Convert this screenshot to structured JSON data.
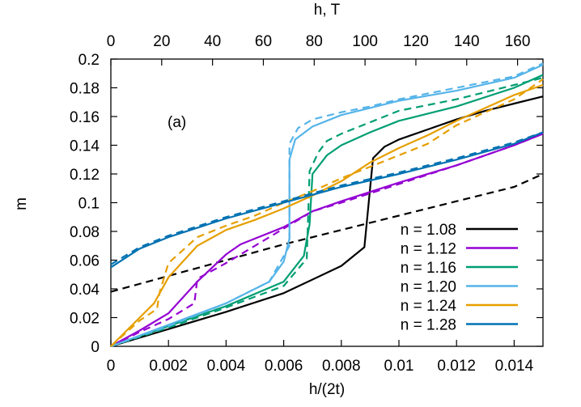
{
  "chart_data": {
    "type": "line",
    "panel_label": "(a)",
    "xlabel": "h/(2t)",
    "ylabel": "m",
    "x2label": "h, T",
    "xlim": [
      0,
      0.015
    ],
    "ylim": [
      0,
      0.2
    ],
    "x2lim": [
      0,
      170
    ],
    "xticks": [
      0,
      0.002,
      0.004,
      0.006,
      0.008,
      0.01,
      0.012,
      0.014
    ],
    "xtick_labels": [
      "0",
      "0.002",
      "0.004",
      "0.006",
      "0.008",
      "0.01",
      "0.012",
      "0.014"
    ],
    "yticks": [
      0,
      0.02,
      0.04,
      0.06,
      0.08,
      0.1,
      0.12,
      0.14,
      0.16,
      0.18,
      0.2
    ],
    "ytick_labels": [
      "0",
      "0.02",
      "0.04",
      "0.06",
      "0.08",
      "0.1",
      "0.12",
      "0.14",
      "0.16",
      "0.18",
      "0.2"
    ],
    "x2ticks": [
      0,
      20,
      40,
      60,
      80,
      100,
      120,
      140,
      160
    ],
    "x2tick_labels": [
      "0",
      "20",
      "40",
      "60",
      "80",
      "100",
      "120",
      "140",
      "160"
    ],
    "grid": false,
    "legend_position": "bottom-right",
    "series": [
      {
        "name": "n = 1.08",
        "color": "#000000",
        "solid": [
          [
            0,
            0
          ],
          [
            0.002,
            0.012
          ],
          [
            0.004,
            0.024
          ],
          [
            0.006,
            0.037
          ],
          [
            0.008,
            0.056
          ],
          [
            0.0088,
            0.069
          ],
          [
            0.0091,
            0.131
          ],
          [
            0.0095,
            0.139
          ],
          [
            0.01,
            0.144
          ],
          [
            0.011,
            0.151
          ],
          [
            0.012,
            0.158
          ],
          [
            0.013,
            0.164
          ],
          [
            0.014,
            0.169
          ],
          [
            0.015,
            0.174
          ]
        ],
        "dashed": [
          [
            0,
            0.038
          ],
          [
            0.002,
            0.049
          ],
          [
            0.004,
            0.06
          ],
          [
            0.006,
            0.071
          ],
          [
            0.008,
            0.081
          ],
          [
            0.01,
            0.091
          ],
          [
            0.012,
            0.101
          ],
          [
            0.014,
            0.111
          ],
          [
            0.015,
            0.12
          ]
        ]
      },
      {
        "name": "n = 1.12",
        "color": "#9400d3",
        "solid": [
          [
            0,
            0
          ],
          [
            0.001,
            0.011
          ],
          [
            0.002,
            0.023
          ],
          [
            0.003,
            0.045
          ],
          [
            0.004,
            0.064
          ],
          [
            0.0045,
            0.071
          ],
          [
            0.005,
            0.075
          ],
          [
            0.006,
            0.083
          ],
          [
            0.007,
            0.094
          ],
          [
            0.008,
            0.101
          ],
          [
            0.01,
            0.114
          ],
          [
            0.012,
            0.126
          ],
          [
            0.014,
            0.14
          ],
          [
            0.015,
            0.148
          ]
        ],
        "dashed": [
          [
            0,
            0
          ],
          [
            0.001,
            0.01
          ],
          [
            0.002,
            0.019
          ],
          [
            0.0029,
            0.03
          ],
          [
            0.003,
            0.047
          ],
          [
            0.004,
            0.058
          ],
          [
            0.005,
            0.07
          ],
          [
            0.006,
            0.082
          ],
          [
            0.007,
            0.094
          ],
          [
            0.008,
            0.1
          ],
          [
            0.01,
            0.113
          ],
          [
            0.012,
            0.126
          ],
          [
            0.014,
            0.14
          ],
          [
            0.015,
            0.148
          ]
        ]
      },
      {
        "name": "n = 1.16",
        "color": "#009e73",
        "solid": [
          [
            0,
            0
          ],
          [
            0.002,
            0.014
          ],
          [
            0.004,
            0.028
          ],
          [
            0.006,
            0.045
          ],
          [
            0.0067,
            0.063
          ],
          [
            0.0069,
            0.085
          ],
          [
            0.007,
            0.12
          ],
          [
            0.0075,
            0.133
          ],
          [
            0.008,
            0.14
          ],
          [
            0.009,
            0.149
          ],
          [
            0.01,
            0.157
          ],
          [
            0.012,
            0.167
          ],
          [
            0.014,
            0.18
          ],
          [
            0.015,
            0.189
          ]
        ],
        "dashed": [
          [
            0,
            0
          ],
          [
            0.002,
            0.013
          ],
          [
            0.004,
            0.027
          ],
          [
            0.006,
            0.042
          ],
          [
            0.0068,
            0.061
          ],
          [
            0.0069,
            0.122
          ],
          [
            0.0072,
            0.135
          ],
          [
            0.0075,
            0.143
          ],
          [
            0.008,
            0.148
          ],
          [
            0.009,
            0.156
          ],
          [
            0.01,
            0.164
          ],
          [
            0.012,
            0.172
          ],
          [
            0.014,
            0.182
          ],
          [
            0.015,
            0.187
          ]
        ]
      },
      {
        "name": "n = 1.20",
        "color": "#56b4e9",
        "solid": [
          [
            0,
            0
          ],
          [
            0.002,
            0.015
          ],
          [
            0.004,
            0.03
          ],
          [
            0.0055,
            0.045
          ],
          [
            0.006,
            0.059
          ],
          [
            0.0062,
            0.075
          ],
          [
            0.0062,
            0.13
          ],
          [
            0.0064,
            0.144
          ],
          [
            0.007,
            0.153
          ],
          [
            0.008,
            0.161
          ],
          [
            0.009,
            0.166
          ],
          [
            0.01,
            0.171
          ],
          [
            0.012,
            0.178
          ],
          [
            0.014,
            0.187
          ],
          [
            0.015,
            0.196
          ]
        ],
        "dashed": [
          [
            0,
            0
          ],
          [
            0.002,
            0.014
          ],
          [
            0.004,
            0.03
          ],
          [
            0.0055,
            0.045
          ],
          [
            0.0062,
            0.07
          ],
          [
            0.0062,
            0.141
          ],
          [
            0.0065,
            0.152
          ],
          [
            0.007,
            0.158
          ],
          [
            0.008,
            0.163
          ],
          [
            0.009,
            0.167
          ],
          [
            0.01,
            0.172
          ],
          [
            0.012,
            0.18
          ],
          [
            0.014,
            0.188
          ],
          [
            0.015,
            0.197
          ]
        ]
      },
      {
        "name": "n = 1.24",
        "color": "#e69f00",
        "solid": [
          [
            0,
            0
          ],
          [
            0.001,
            0.02
          ],
          [
            0.0015,
            0.03
          ],
          [
            0.002,
            0.048
          ],
          [
            0.003,
            0.07
          ],
          [
            0.004,
            0.081
          ],
          [
            0.005,
            0.088
          ],
          [
            0.006,
            0.096
          ],
          [
            0.007,
            0.105
          ],
          [
            0.008,
            0.115
          ],
          [
            0.009,
            0.128
          ],
          [
            0.01,
            0.138
          ],
          [
            0.011,
            0.147
          ],
          [
            0.012,
            0.157
          ],
          [
            0.013,
            0.166
          ],
          [
            0.014,
            0.175
          ],
          [
            0.015,
            0.182
          ]
        ],
        "dashed": [
          [
            0,
            0
          ],
          [
            0.001,
            0.018
          ],
          [
            0.0016,
            0.026
          ],
          [
            0.0017,
            0.038
          ],
          [
            0.002,
            0.058
          ],
          [
            0.003,
            0.076
          ],
          [
            0.004,
            0.084
          ],
          [
            0.005,
            0.091
          ],
          [
            0.006,
            0.1
          ],
          [
            0.007,
            0.108
          ],
          [
            0.008,
            0.117
          ],
          [
            0.009,
            0.125
          ],
          [
            0.01,
            0.133
          ],
          [
            0.011,
            0.141
          ],
          [
            0.012,
            0.154
          ],
          [
            0.013,
            0.163
          ],
          [
            0.014,
            0.172
          ],
          [
            0.015,
            0.186
          ]
        ]
      },
      {
        "name": "n = 1.28",
        "color": "#0072b2",
        "solid": [
          [
            0,
            0.055
          ],
          [
            0.001,
            0.068
          ],
          [
            0.002,
            0.076
          ],
          [
            0.004,
            0.089
          ],
          [
            0.006,
            0.1
          ],
          [
            0.008,
            0.111
          ],
          [
            0.01,
            0.12
          ],
          [
            0.012,
            0.13
          ],
          [
            0.014,
            0.141
          ],
          [
            0.015,
            0.149
          ]
        ],
        "dashed": [
          [
            0,
            0.057
          ],
          [
            0.001,
            0.069
          ],
          [
            0.002,
            0.077
          ],
          [
            0.004,
            0.09
          ],
          [
            0.006,
            0.101
          ],
          [
            0.008,
            0.112
          ],
          [
            0.01,
            0.121
          ],
          [
            0.012,
            0.131
          ],
          [
            0.014,
            0.142
          ],
          [
            0.015,
            0.149
          ]
        ]
      }
    ]
  }
}
